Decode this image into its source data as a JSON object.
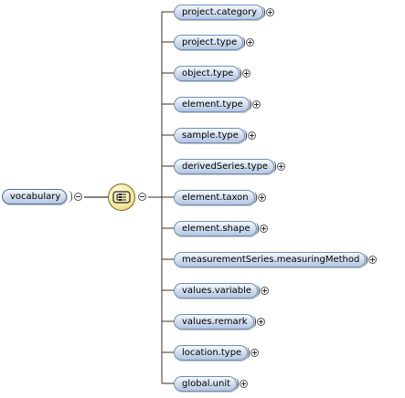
{
  "root": {
    "label": "vocabulary"
  },
  "compositor": {
    "kind": "sequence-icon"
  },
  "elements": [
    {
      "label": "project.category"
    },
    {
      "label": "project.type"
    },
    {
      "label": "object.type"
    },
    {
      "label": "element.type"
    },
    {
      "label": "sample.type"
    },
    {
      "label": "derivedSeries.type"
    },
    {
      "label": "element.taxon"
    },
    {
      "label": "element.shape"
    },
    {
      "label": "measurementSeries.measuringMethod"
    },
    {
      "label": "values.variable"
    },
    {
      "label": "values.remark"
    },
    {
      "label": "location.type"
    },
    {
      "label": "global.unit"
    }
  ],
  "colors": {
    "pill_fill": "#c8d8ee",
    "pill_border": "#6f8fb7",
    "compositor_fill": "#f6e9a3",
    "line": "#333333"
  }
}
